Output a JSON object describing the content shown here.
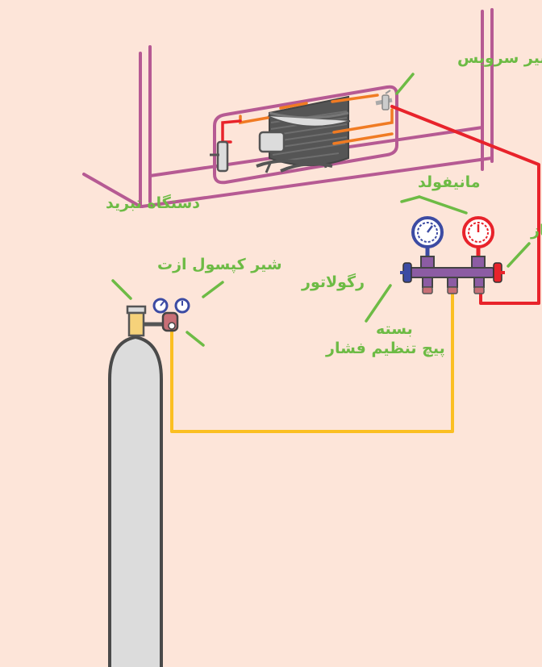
{
  "labels": {
    "service_valve": "شیر سرویس",
    "refrigeration_unit": "دستگاه تبرید",
    "manifold": "مانیفولد",
    "open": "باز",
    "closed": "بسته",
    "nitrogen_valve": "شیر کپسول ازت",
    "regulator": "رگولاتور",
    "pressure_screw": "پیچ تنظیم فشار"
  },
  "colors": {
    "background": "#fde5d9",
    "label": "#6dbb45",
    "frame": "#b65a93",
    "high_side_hose": "#e8232b",
    "charging_hose": "#fbbf22",
    "compressor_tubes": "#f07b23",
    "low_gauge": "#3c4ba3",
    "high_gauge": "#e8232b",
    "manifold_body": "#8c5ca3",
    "cylinder": "#dcdcdc"
  }
}
